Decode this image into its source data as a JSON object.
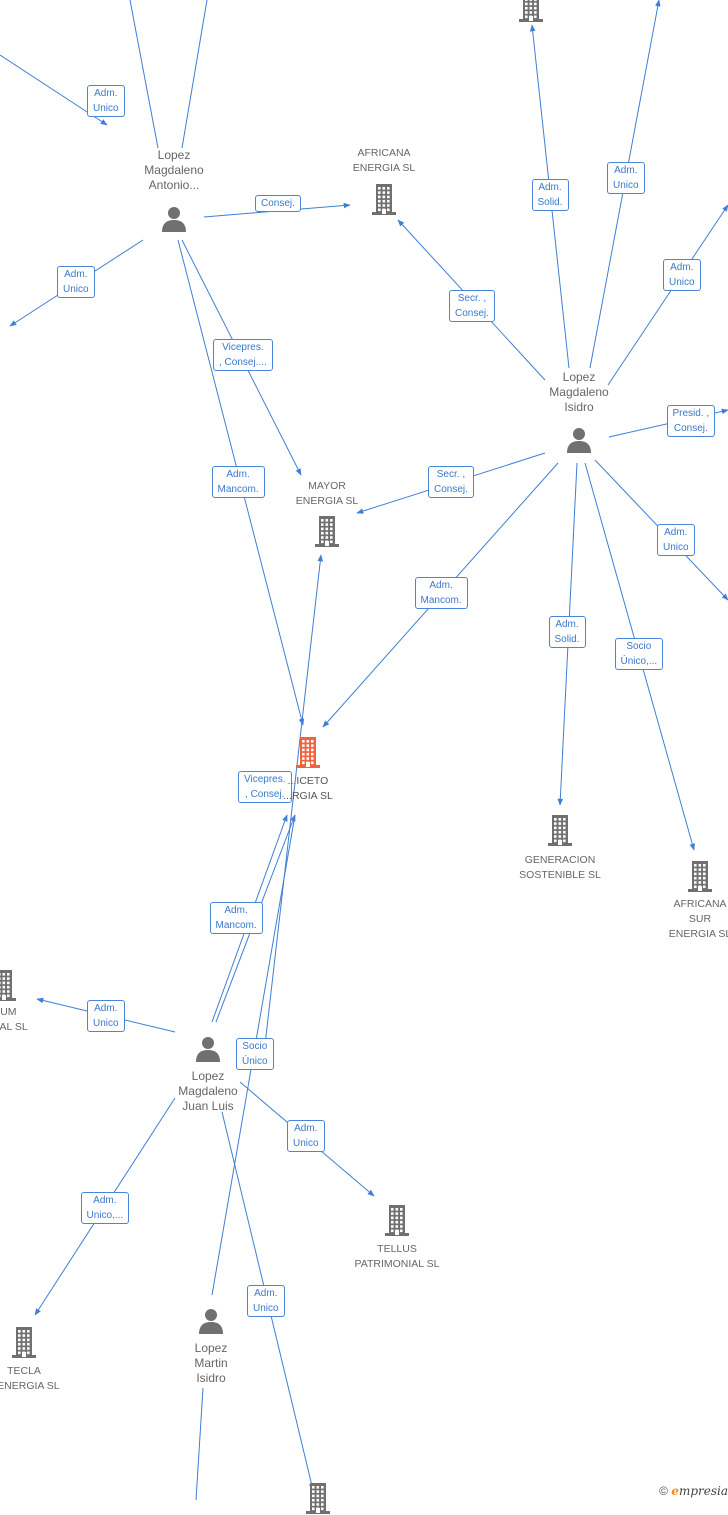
{
  "colors": {
    "edge": "#3f7fd4",
    "icon": "#707070",
    "focus": "#f0643c",
    "label": "#666666"
  },
  "nodes": [
    {
      "id": "p_antonio",
      "type": "person",
      "lines": [
        "Lopez",
        "Magdaleno",
        "Antonio..."
      ]
    },
    {
      "id": "p_isidro",
      "type": "person",
      "lines": [
        "Lopez",
        "Magdaleno",
        "Isidro"
      ]
    },
    {
      "id": "p_juanluis",
      "type": "person",
      "lines": [
        "Lopez",
        "Magdaleno",
        "Juan Luis"
      ]
    },
    {
      "id": "p_martin",
      "type": "person",
      "lines": [
        "Lopez",
        "Martin",
        "Isidro"
      ]
    },
    {
      "id": "c_africana",
      "type": "company",
      "lines": [
        "AFRICANA",
        "ENERGIA SL"
      ]
    },
    {
      "id": "c_mayor",
      "type": "company",
      "lines": [
        "MAYOR",
        "ENERGIA SL"
      ]
    },
    {
      "id": "c_focus",
      "type": "company",
      "focus": true,
      "lines": [
        "...ICETO",
        "...RGIA SL"
      ]
    },
    {
      "id": "c_generacion",
      "type": "company",
      "lines": [
        "GENERACION",
        "SOSTENIBLE SL"
      ]
    },
    {
      "id": "c_africana_sur",
      "type": "company",
      "lines": [
        "AFRICANA",
        "SUR",
        "ENERGIA SL"
      ]
    },
    {
      "id": "c_tellus",
      "type": "company",
      "lines": [
        "TELLUS",
        "PATRIMONIAL SL"
      ]
    },
    {
      "id": "c_tecla",
      "type": "company",
      "lines": [
        "TECLA",
        "...ENERGIA SL"
      ]
    },
    {
      "id": "c_um",
      "type": "company",
      "lines": [
        "...UM",
        "...NIAL SL"
      ]
    },
    {
      "id": "c_top",
      "type": "company",
      "lines": []
    },
    {
      "id": "c_bottom",
      "type": "company",
      "lines": []
    }
  ],
  "edges": [
    {
      "id": "e01",
      "lines": [
        "Adm.",
        "Unico"
      ]
    },
    {
      "id": "e02",
      "lines": [
        "Consej."
      ]
    },
    {
      "id": "e03",
      "lines": [
        "Adm.",
        "Unico"
      ]
    },
    {
      "id": "e04",
      "lines": [
        "Vicepres.",
        ", Consej...."
      ]
    },
    {
      "id": "e05",
      "lines": [
        "Adm.",
        "Mancom."
      ]
    },
    {
      "id": "e06",
      "lines": [
        "Adm.",
        "Solid."
      ]
    },
    {
      "id": "e07",
      "lines": [
        "Adm.",
        "Unico"
      ]
    },
    {
      "id": "e08",
      "lines": [
        "Adm.",
        "Unico"
      ]
    },
    {
      "id": "e09",
      "lines": [
        "Secr. ,",
        "Consej."
      ]
    },
    {
      "id": "e10",
      "lines": [
        "Presid. ,",
        "Consej."
      ]
    },
    {
      "id": "e11",
      "lines": [
        "Secr. ,",
        "Consej."
      ]
    },
    {
      "id": "e12",
      "lines": [
        "Adm.",
        "Unico"
      ]
    },
    {
      "id": "e13",
      "lines": [
        "Adm.",
        "Mancom."
      ]
    },
    {
      "id": "e14",
      "lines": [
        "Adm.",
        "Solid."
      ]
    },
    {
      "id": "e15",
      "lines": [
        "Socio",
        "Único,..."
      ]
    },
    {
      "id": "e16",
      "lines": [
        "Vicepres.",
        ", Consej."
      ]
    },
    {
      "id": "e17",
      "lines": [
        "Adm.",
        "Mancom."
      ]
    },
    {
      "id": "e18",
      "lines": [
        "Adm.",
        "Unico"
      ]
    },
    {
      "id": "e19",
      "lines": [
        "Socio",
        "Único"
      ]
    },
    {
      "id": "e20",
      "lines": [
        "Adm.",
        "Unico"
      ]
    },
    {
      "id": "e21",
      "lines": [
        "Adm.",
        "Unico,..."
      ]
    },
    {
      "id": "e22",
      "lines": [
        "Adm.",
        "Unico"
      ]
    }
  ],
  "footer": {
    "copyright": "©",
    "brand_first": "e",
    "brand_rest": "mpresia"
  }
}
